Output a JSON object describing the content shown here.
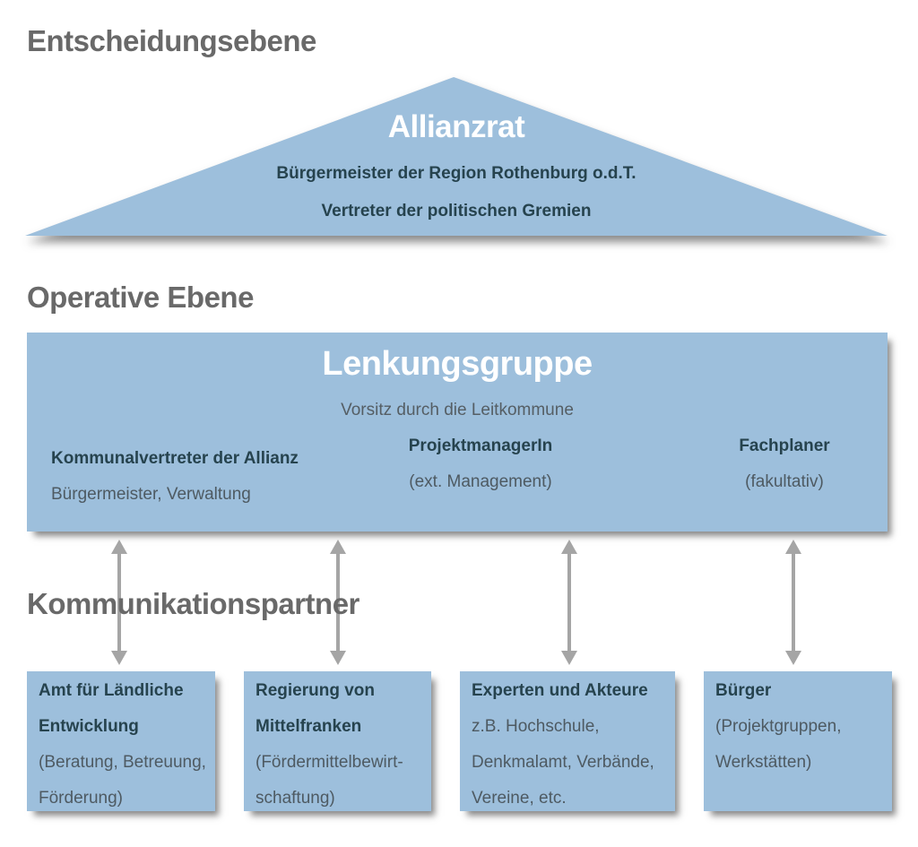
{
  "colors": {
    "shape_blue": "#9dbfdc",
    "heading_gray": "#696969",
    "navy_text": "#26434e",
    "body_text": "#4e5a62",
    "arrow_gray": "#a5a5a5",
    "title_white": "#ffffff"
  },
  "sections": {
    "decision": {
      "heading": "Entscheidungsebene"
    },
    "operative": {
      "heading": "Operative Ebene"
    },
    "communication": {
      "heading": "Kommunikationspartner"
    }
  },
  "pyramid": {
    "title": "Allianzrat",
    "lines": [
      "Bürgermeister der Region Rothenburg o.d.T.",
      "Vertreter der politischen Gremien"
    ]
  },
  "steering": {
    "title": "Lenkungsgruppe",
    "subtitle": "Vorsitz durch die Leitkommune",
    "columns": [
      {
        "title": "Kommunalvertreter der Allianz",
        "subtitle": "Bürgermeister, Verwaltung"
      },
      {
        "title": "ProjektmanagerIn",
        "subtitle": "(ext. Management)"
      },
      {
        "title": "Fachplaner",
        "subtitle": "(fakultativ)"
      }
    ]
  },
  "arrows": {
    "icon": "double-vertical-arrow",
    "count": 4
  },
  "partners": [
    {
      "title_lines": [
        "Amt für Ländliche",
        "Entwicklung"
      ],
      "body_lines": [
        "(Beratung, Betreuung,",
        "Förderung)"
      ]
    },
    {
      "title_lines": [
        "Regierung von",
        "Mittelfranken"
      ],
      "body_lines": [
        "(Fördermittelbewirt-",
        "schaftung)"
      ]
    },
    {
      "title_lines": [
        "Experten und Akteure"
      ],
      "body_lines": [
        "z.B. Hochschule,",
        "Denkmalamt, Verbände,",
        "Vereine, etc."
      ]
    },
    {
      "title_lines": [
        "Bürger"
      ],
      "body_lines": [
        "(Projektgruppen,",
        "Werkstätten)"
      ]
    }
  ]
}
